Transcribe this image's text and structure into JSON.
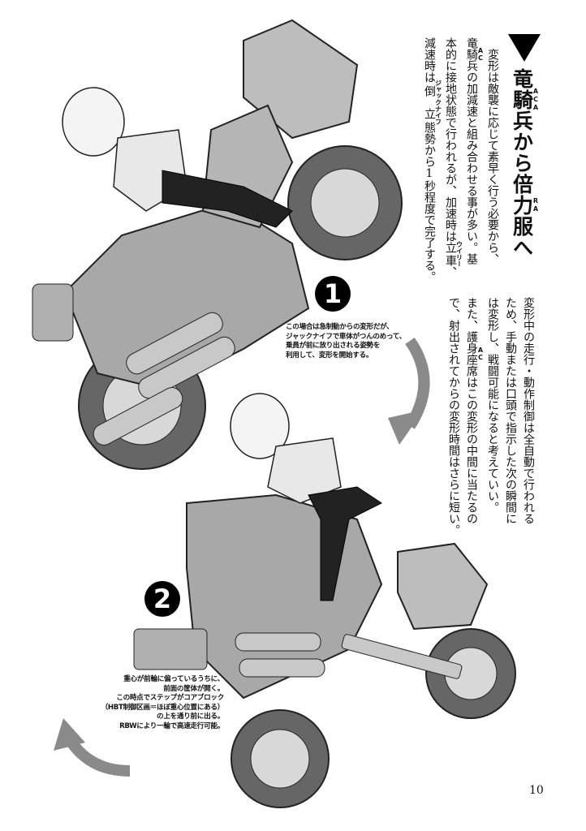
{
  "heading": {
    "icon": "triangle-down-icon",
    "segments": [
      {
        "t": "竜騎兵",
        "r": "ACA"
      },
      {
        "t": "から"
      },
      {
        "t": "倍力服",
        "r": "RA"
      },
      {
        "t": "へ"
      }
    ]
  },
  "paragraph1": [
    [
      {
        "t": "　変形は敵襲に応じて素早く行う必要から、"
      }
    ],
    [
      {
        "t": "竜騎兵",
        "r": "AC"
      },
      {
        "t": "の加減速と組み合わせる事が多い。基"
      }
    ],
    [
      {
        "t": "本的に接地状態で行われるが、加速時は"
      },
      {
        "t": "立車",
        "r": "ウイリー"
      },
      {
        "t": "、"
      }
    ],
    [
      {
        "t": "減速時は"
      },
      {
        "t": "倒立",
        "r": "ジャックナイフ"
      },
      {
        "t": "態勢から1秒程度で完了する。"
      }
    ]
  ],
  "paragraph2": [
    [
      {
        "t": "変形中の走行・動作制御は全自動で行われる"
      }
    ],
    [
      {
        "t": "ため、手動または口頭で指示した次の瞬間に"
      }
    ],
    [
      {
        "t": "は変形し、戦闘可能になると考えていい。"
      }
    ],
    [
      {
        "t": "また、"
      },
      {
        "t": "護身座席",
        "r": "AC"
      },
      {
        "t": "はこの変形の中間に当たるの"
      }
    ],
    [
      {
        "t": "で、射出されてからの変形時間はさらに短い。"
      }
    ]
  ],
  "steps": [
    {
      "number": "1",
      "caption": [
        "この場合は急制動からの変形だが、",
        "ジャックナイフで車体がつんのめって、",
        "乗員が前に放り出される姿勢を",
        "利用して、変形を開始する。"
      ]
    },
    {
      "number": "2",
      "caption": [
        "重心が前輪に偏っているうちに、",
        "前面の筐体が開く。",
        "この時点でステップがコアブロック",
        "（HBT制御区画＝ほぼ重心位置にある）",
        "の上を通り前に出る。",
        "RBWにより一輪で高速走行可能。"
      ]
    }
  ],
  "page_number": "10",
  "colors": {
    "ink": "#111111",
    "metal": "#a8a8a8",
    "arrow": "#8a8a8a",
    "tire": "#555555"
  }
}
